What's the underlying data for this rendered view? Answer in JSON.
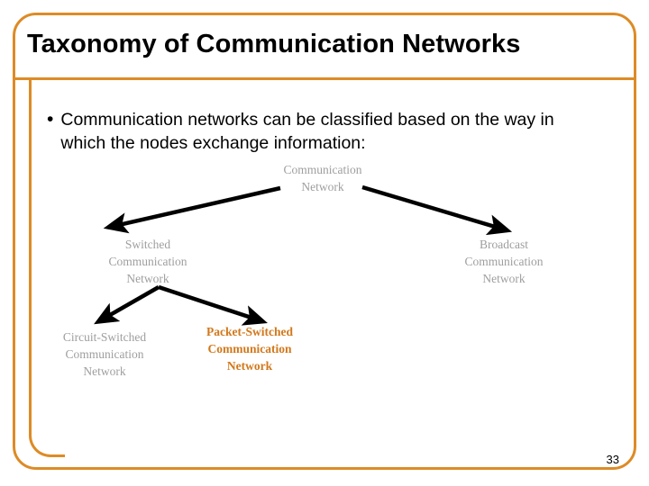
{
  "slide": {
    "title": "Taxonomy of Communication Networks",
    "page_number": "33",
    "frame_color": "#DD8B26",
    "bullet_marker": "•",
    "bullet_text": "Communication networks can be classified based on the way in which the nodes exchange information:"
  },
  "diagram": {
    "type": "tree",
    "default_node_color": "#9E9E9E",
    "highlight_color": "#D2781B",
    "arrow_color": "#000000",
    "nodes": [
      {
        "id": "root",
        "label": "Communication\nNetwork",
        "highlight": false
      },
      {
        "id": "switched",
        "label": "Switched\nCommunication\nNetwork",
        "highlight": false
      },
      {
        "id": "broadcast",
        "label": "Broadcast\nCommunication\nNetwork",
        "highlight": false
      },
      {
        "id": "circuit",
        "label": "Circuit-Switched\nCommunication\nNetwork",
        "highlight": false
      },
      {
        "id": "packet",
        "label": "Packet-Switched\nCommunication\nNetwork",
        "highlight": true
      }
    ],
    "edges": [
      {
        "from": "root",
        "to": "switched"
      },
      {
        "from": "root",
        "to": "broadcast"
      },
      {
        "from": "switched",
        "to": "circuit"
      },
      {
        "from": "switched",
        "to": "packet"
      }
    ]
  }
}
